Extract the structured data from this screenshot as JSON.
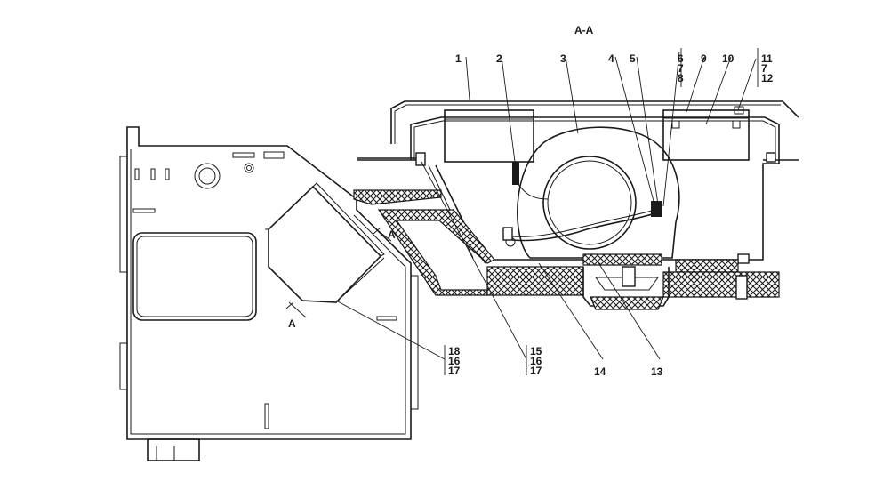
{
  "section_title": "A-A",
  "view_mark_letter": "A",
  "callouts": {
    "c1": "1",
    "c2": "2",
    "c3": "3",
    "c4": "4",
    "c5": "5",
    "c6": "6",
    "c7a": "7",
    "c8": "8",
    "c9": "9",
    "c10": "10",
    "c11": "11",
    "c7b": "7",
    "c12": "12",
    "c13": "13",
    "c14": "14",
    "c15": "15",
    "c16a": "16",
    "c17a": "17",
    "c18": "18",
    "c16b": "16",
    "c17b": "17"
  }
}
